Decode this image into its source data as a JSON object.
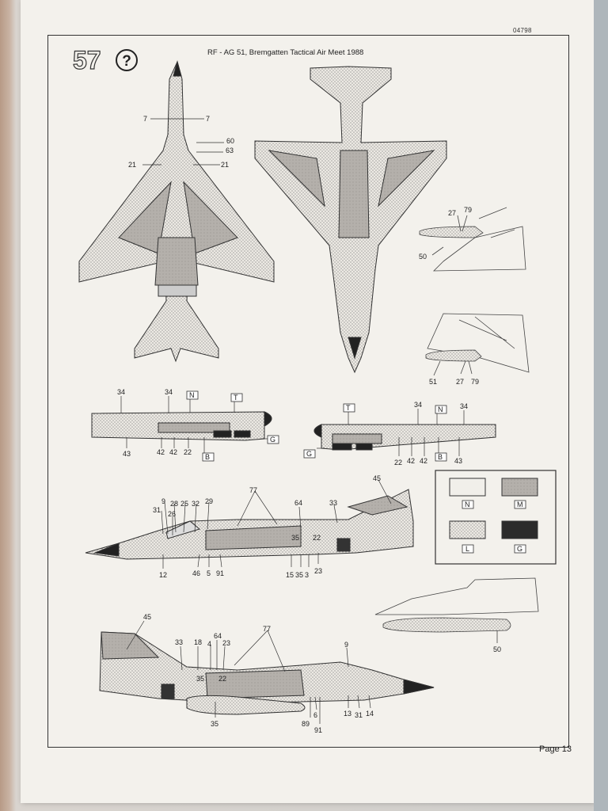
{
  "doc": {
    "code": "04798",
    "step_number": "57",
    "step_symbol": "?",
    "title": "RF - AG 51, Bremgatten Tactical Air Meet 1988",
    "page_label": "Page 13"
  },
  "legend": {
    "swatches": [
      {
        "code": "N",
        "color": "#f1efea",
        "pattern": "plain"
      },
      {
        "code": "M",
        "color": "#aaa6a2",
        "pattern": "grey"
      },
      {
        "code": "L",
        "color": "#e2ded7",
        "pattern": "dotted"
      },
      {
        "code": "G",
        "color": "#2b2b2b",
        "pattern": "dark"
      }
    ]
  },
  "callouts": {
    "top_view": [
      "7",
      "7",
      "60",
      "63",
      "21",
      "21"
    ],
    "detail_upper": [
      "27",
      "79",
      "50"
    ],
    "detail_lower": [
      "51",
      "27",
      "79"
    ],
    "tank_left": [
      "34",
      "34",
      "N",
      "T",
      "43",
      "42",
      "42",
      "22",
      "B",
      "G"
    ],
    "tank_right": [
      "34",
      "34",
      "N",
      "T",
      "G",
      "22",
      "42",
      "42",
      "B",
      "43"
    ],
    "side_left": [
      "77",
      "45",
      "9",
      "31",
      "28",
      "25",
      "32",
      "29",
      "64",
      "33",
      "26",
      "35",
      "22",
      "12",
      "46",
      "5",
      "91",
      "15",
      "35",
      "3",
      "23"
    ],
    "pod_detail": [
      "50"
    ],
    "side_right": [
      "45",
      "77",
      "33",
      "18",
      "4",
      "64",
      "23",
      "9",
      "35",
      "22",
      "35",
      "89",
      "6",
      "91",
      "13",
      "31",
      "14"
    ]
  }
}
